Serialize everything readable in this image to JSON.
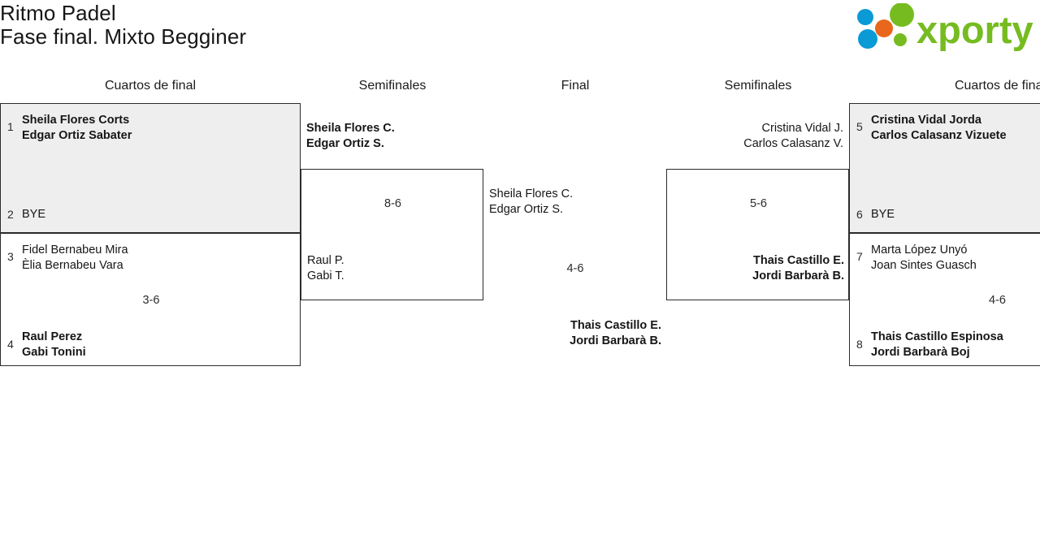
{
  "header": {
    "title": "Ritmo Padel",
    "subtitle": "Fase final. Mixto Begginer",
    "logo_name": "xporty",
    "logo_text": "xporty",
    "logo_colors": {
      "green": "#76bc21",
      "blue": "#0a9ad6",
      "orange": "#e8671c"
    }
  },
  "rounds": {
    "left_quarters": "Cuartos de final",
    "left_semis": "Semifinales",
    "final": "Final",
    "right_semis": "Semifinales",
    "right_quarters": "Cuartos de final"
  },
  "bracket": {
    "left_quarterfinals": [
      {
        "score": "",
        "top": {
          "seed": "1",
          "line1": "Sheila Flores Corts",
          "line2": "Edgar Ortiz Sabater",
          "winner": true
        },
        "bottom": {
          "seed": "2",
          "line1": "BYE",
          "line2": "",
          "winner": false
        }
      },
      {
        "score": "3-6",
        "top": {
          "seed": "3",
          "line1": "Fidel Bernabeu Mira",
          "line2": "Èlia Bernabeu Vara",
          "winner": false
        },
        "bottom": {
          "seed": "4",
          "line1": "Raul Perez",
          "line2": "Gabi Tonini",
          "winner": true
        }
      }
    ],
    "left_semifinal": {
      "score": "8-6",
      "top": {
        "line1": "Sheila Flores C.",
        "line2": "Edgar Ortiz S.",
        "winner": true
      },
      "bottom": {
        "line1": "Raul P.",
        "line2": "Gabi T.",
        "winner": false
      }
    },
    "final_match": {
      "score": "4-6",
      "left": {
        "line1": "Sheila Flores C.",
        "line2": "Edgar Ortiz S.",
        "winner": false
      },
      "right": {
        "line1": "Thais Castillo E.",
        "line2": "Jordi Barbarà B.",
        "winner": true
      }
    },
    "right_semifinal": {
      "score": "5-6",
      "top": {
        "line1": "Cristina Vidal J.",
        "line2": "Carlos Calasanz V.",
        "winner": false
      },
      "bottom": {
        "line1": "Thais Castillo E.",
        "line2": "Jordi Barbarà B.",
        "winner": true
      }
    },
    "right_quarterfinals": [
      {
        "score": "",
        "top": {
          "seed": "5",
          "line1": "Cristina Vidal Jorda",
          "line2": "Carlos Calasanz Vizuete",
          "winner": true
        },
        "bottom": {
          "seed": "6",
          "line1": "BYE",
          "line2": "",
          "winner": false
        }
      },
      {
        "score": "4-6",
        "top": {
          "seed": "7",
          "line1": "Marta López Unyó",
          "line2": "Joan Sintes Guasch",
          "winner": false
        },
        "bottom": {
          "seed": "8",
          "line1": "Thais Castillo Espinosa",
          "line2": "Jordi Barbarà Boj",
          "winner": true
        }
      }
    ]
  }
}
